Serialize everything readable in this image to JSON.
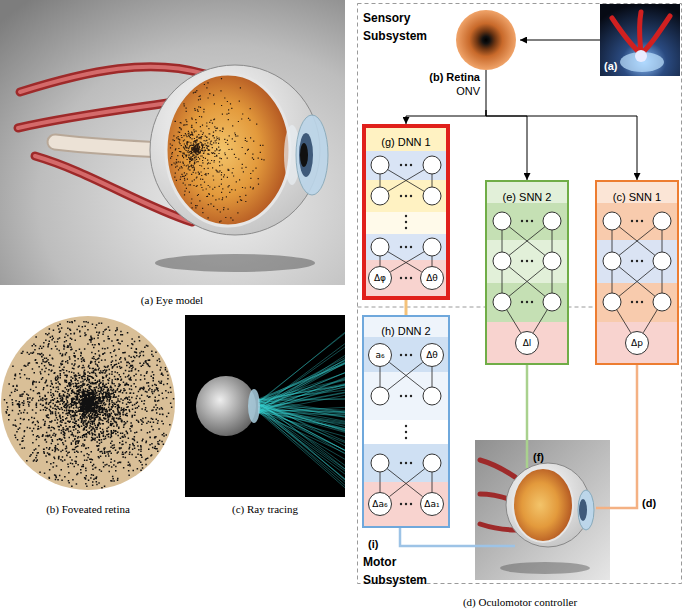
{
  "diagram": {
    "nodes": [
      {
        "text": [
          "(a)"
        ]
      },
      {
        "text": [
          "(b) Retina",
          "ONV"
        ]
      },
      {
        "text": [
          "(g) DNN 1"
        ]
      },
      {
        "text": [
          "Δφ"
        ],
        "in": 2
      },
      {
        "text": [
          "Δθ"
        ],
        "in": 2
      },
      {
        "text": [
          "(e) SNN 2"
        ]
      },
      {
        "text": [
          "Δl"
        ],
        "in": 5
      },
      {
        "text": [
          "(c) SNN 1"
        ]
      },
      {
        "text": [
          "Δp"
        ],
        "in": 7
      },
      {
        "text": [
          "(h) DNN 2"
        ]
      },
      {
        "text": [
          "a₆"
        ],
        "in": 9
      },
      {
        "text": [
          "Δθ"
        ],
        "in": 9
      },
      {
        "text": [
          "Δa₆"
        ],
        "in": 9
      },
      {
        "text": [
          "Δa₁"
        ],
        "in": 9
      }
    ],
    "edges": [
      {
        "from": 0,
        "to": 1,
        "arrow": "to"
      },
      {
        "from": 1,
        "to": 2,
        "arrow": "to"
      },
      {
        "from": 1,
        "to": 5,
        "arrow": "to"
      },
      {
        "from": 1,
        "to": 7,
        "arrow": "to"
      },
      {
        "from": 2,
        "to": 9,
        "arrow": "none"
      }
    ],
    "labels": [
      "(a) Eye model",
      "(b) Foveated retina",
      "(c) Ray tracing",
      "(d) Oculomotor controller",
      "Sensory Subsystem",
      "Motor Subsystem",
      "(i)",
      "(f)",
      "(d)"
    ]
  }
}
